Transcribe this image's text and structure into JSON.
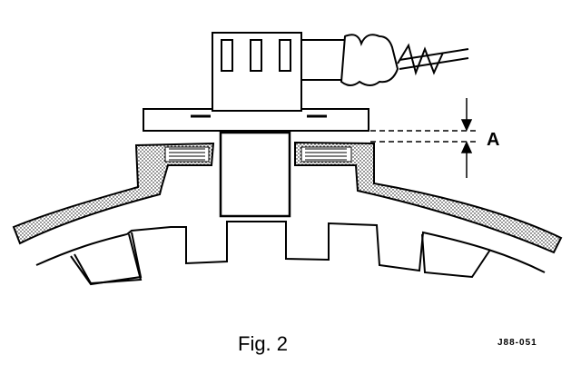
{
  "figure": {
    "label_a": "A",
    "caption": "Fig. 2",
    "code": "J88-051"
  }
}
